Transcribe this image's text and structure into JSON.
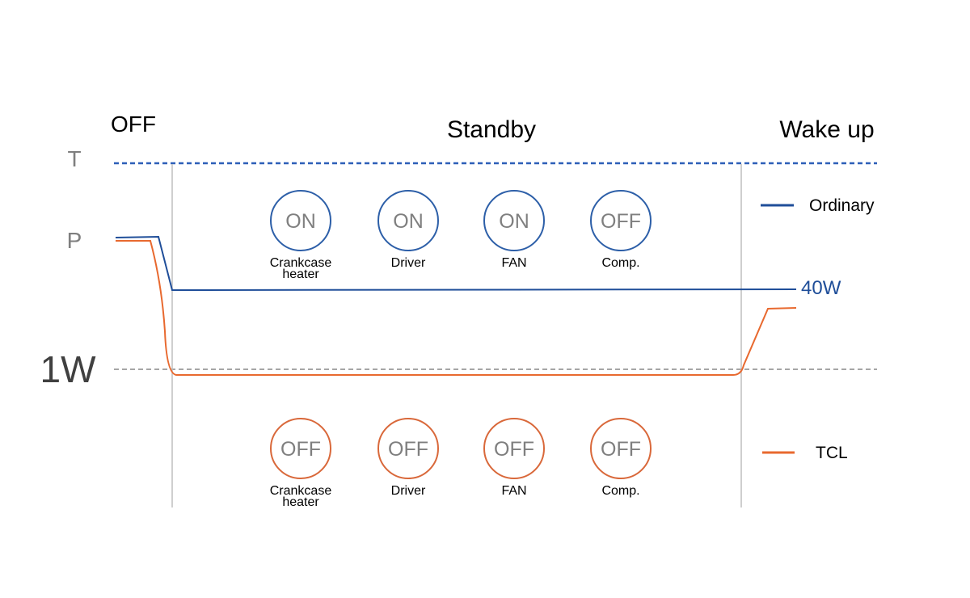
{
  "phases": {
    "off": "OFF",
    "standby": "Standby",
    "wake": "Wake up"
  },
  "axis": {
    "t": "T",
    "p": "P",
    "one_w": "1W"
  },
  "ordinary_level": "40W",
  "legend": {
    "ordinary": "Ordinary",
    "tcl": "TCL"
  },
  "colors": {
    "ordinary": "#1f4e99",
    "tcl": "#e8692f",
    "circle_text": "#7f7f7f",
    "guide": "#a6a6a6"
  },
  "ordinary_states": [
    {
      "state": "ON",
      "label": [
        "Crankcase",
        "heater"
      ]
    },
    {
      "state": "ON",
      "label": [
        "Driver"
      ]
    },
    {
      "state": "ON",
      "label": [
        "FAN"
      ]
    },
    {
      "state": "OFF",
      "label": [
        "Comp."
      ]
    }
  ],
  "tcl_states": [
    {
      "state": "OFF",
      "label": [
        "Crankcase",
        "heater"
      ]
    },
    {
      "state": "OFF",
      "label": [
        "Driver"
      ]
    },
    {
      "state": "OFF",
      "label": [
        "FAN"
      ]
    },
    {
      "state": "OFF",
      "label": [
        "Comp."
      ]
    }
  ]
}
